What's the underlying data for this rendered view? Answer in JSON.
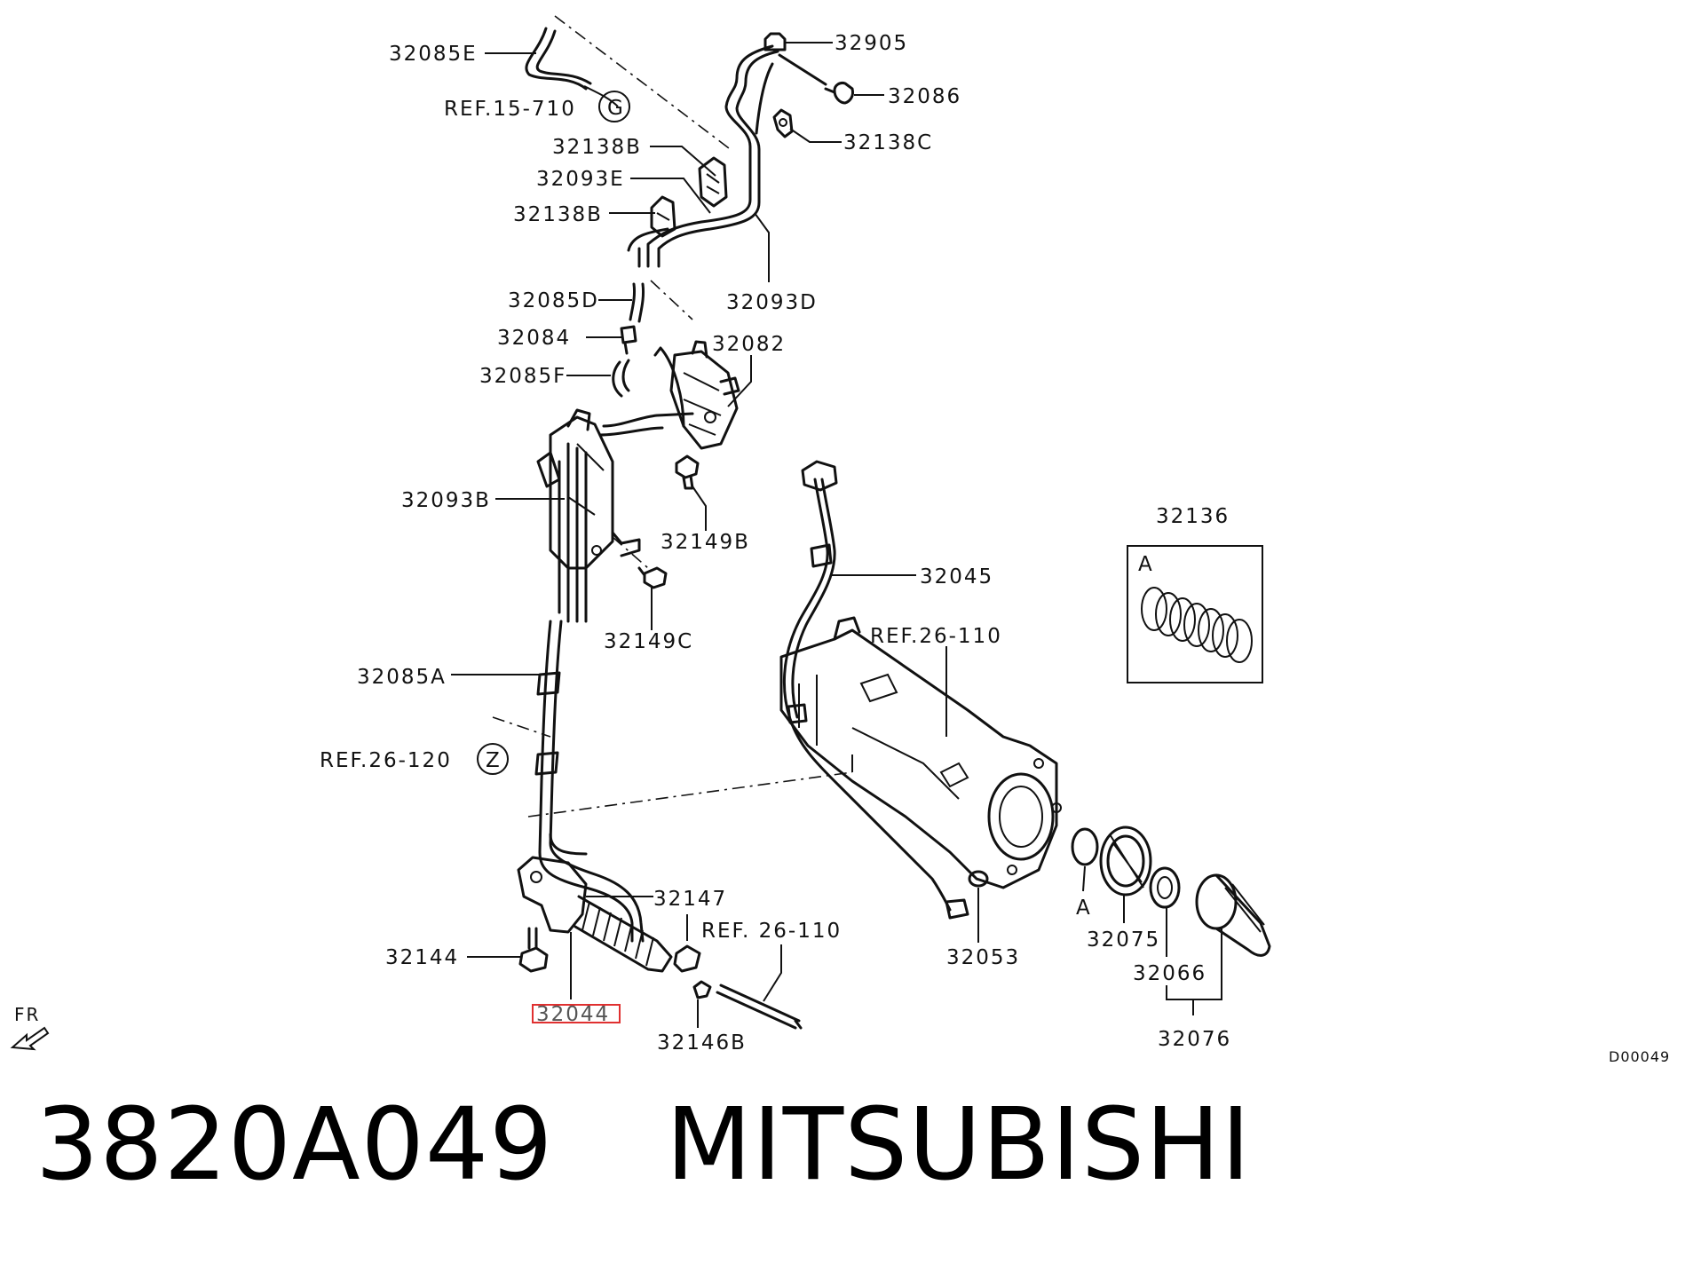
{
  "diagram_code": "D00049",
  "front_label": "FR",
  "caption": {
    "part_number": "3820A049",
    "manufacturer": "MITSUBISHI"
  },
  "highlighted_part": "32044",
  "labels": {
    "p32085E": "32085E",
    "ref15710": "REF.15-710",
    "circleG": "G",
    "p32905": "32905",
    "p32086": "32086",
    "p32138C": "32138C",
    "p32138B_1": "32138B",
    "p32093E": "32093E",
    "p32138B_2": "32138B",
    "p32085D": "32085D",
    "p32093D": "32093D",
    "p32084": "32084",
    "p32082": "32082",
    "p32085F": "32085F",
    "p32093B": "32093B",
    "p32149B": "32149B",
    "p32045": "32045",
    "p32136": "32136",
    "boxA": "A",
    "p32149C": "32149C",
    "ref26110_top": "REF.26-110",
    "p32085A": "32085A",
    "ref26120": "REF.26-120",
    "circleZ": "Z",
    "p32147": "32147",
    "ref26110_bot": "REF. 26-110",
    "p32144": "32144",
    "p32044": "32044",
    "p32146B": "32146B",
    "p32053": "32053",
    "ringA": "A",
    "p32075": "32075",
    "p32066": "32066",
    "p32076": "32076"
  }
}
